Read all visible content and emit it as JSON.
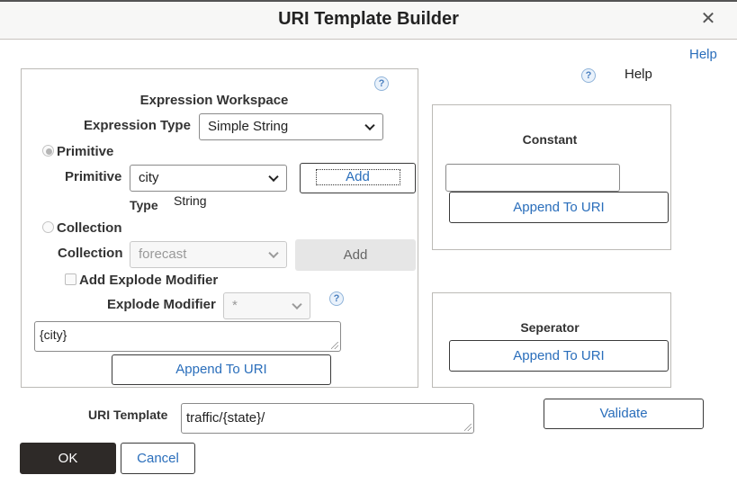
{
  "dialog": {
    "title": "URI Template Builder",
    "close_icon": "close-icon"
  },
  "header_help": {
    "link_label": "Help",
    "help_icon": "question-mark-icon",
    "help_text": "Help"
  },
  "expression_workspace": {
    "title": "Expression Workspace",
    "help_icon": "question-mark-icon",
    "expression_type_label": "Expression Type",
    "expression_type_value": "Simple String",
    "primitive_radio_label": "Primitive",
    "primitive_radio_checked": true,
    "primitive_label": "Primitive",
    "primitive_value": "city",
    "primitive_add_label": "Add",
    "type_label": "Type",
    "type_value": "String",
    "collection_radio_label": "Collection",
    "collection_radio_checked": false,
    "collection_label": "Collection",
    "collection_value": "forecast",
    "collection_add_label": "Add",
    "explode_checkbox_label": "Add Explode Modifier",
    "explode_checkbox_checked": false,
    "explode_modifier_label": "Explode Modifier",
    "explode_modifier_value": "*",
    "explode_help_icon": "question-mark-icon",
    "expression_text": "{city}",
    "append_label": "Append To URI"
  },
  "constant": {
    "title": "Constant",
    "input_value": "",
    "append_label": "Append To URI"
  },
  "separator": {
    "title": "Seperator",
    "append_label": "Append To URI"
  },
  "uri_template": {
    "label": "URI Template",
    "value": "traffic/{state}/"
  },
  "actions": {
    "validate_label": "Validate",
    "ok_label": "OK",
    "cancel_label": "Cancel"
  },
  "colors": {
    "link": "#2a6ebb",
    "ok_button_bg": "#2e2a28",
    "titlebar_bg": "#f7f7f6",
    "panel_border": "#bcbab6"
  }
}
